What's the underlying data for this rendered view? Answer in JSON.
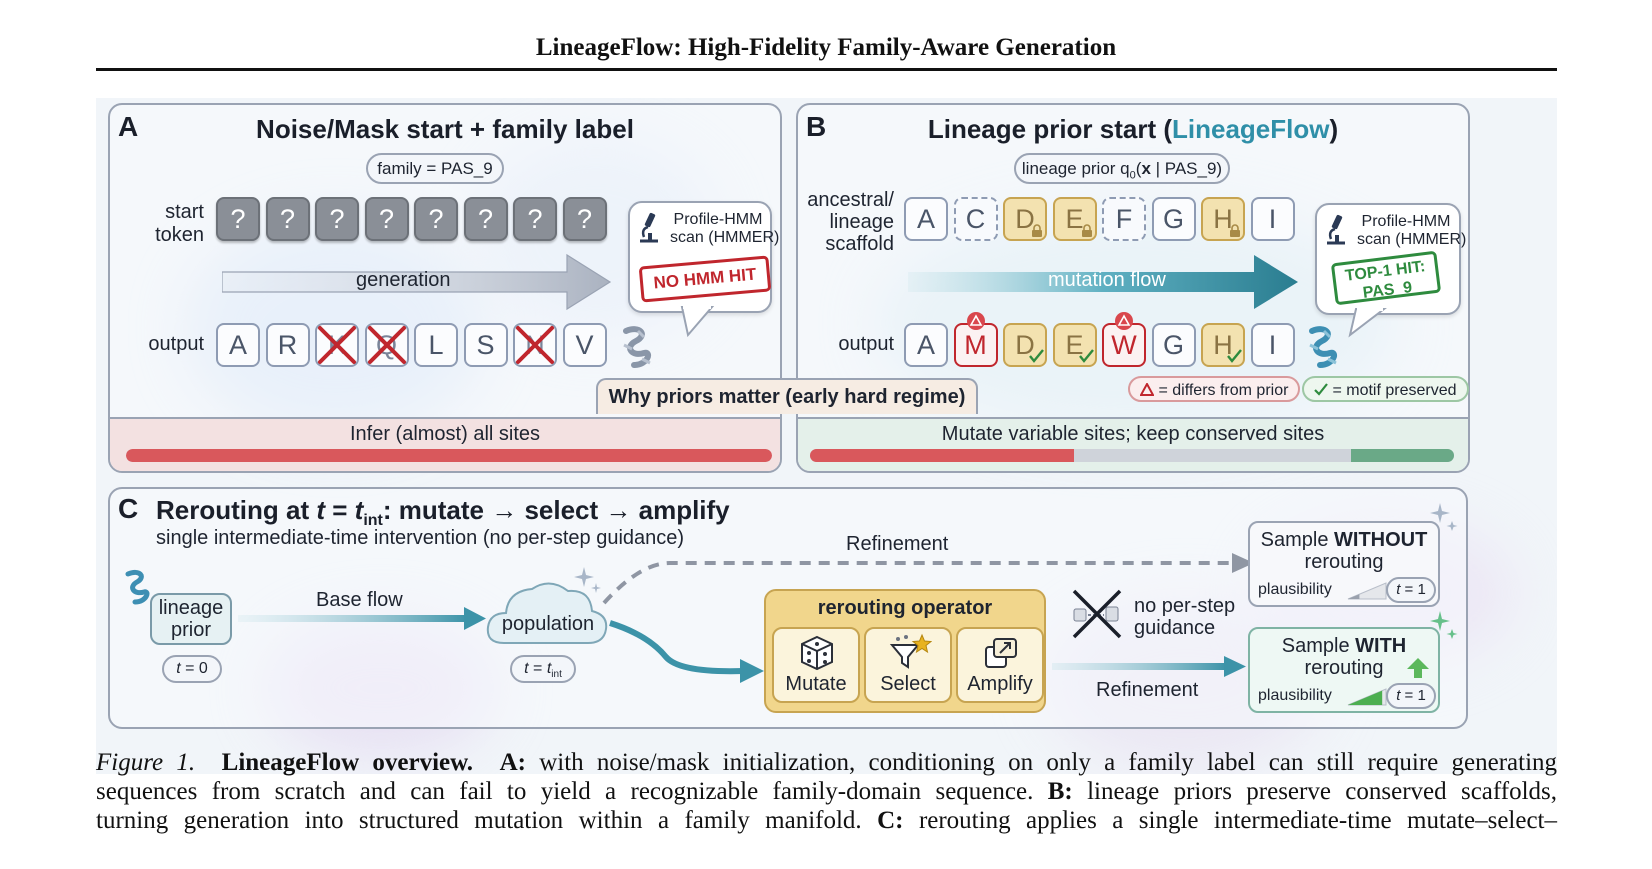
{
  "header": {
    "title": "LineageFlow: High-Fidelity Family-Aware Generation"
  },
  "panel_a": {
    "letter": "A",
    "title": "Noise/Mask start + family label",
    "family_pill": "family = PAS_9",
    "start_label_1": "start",
    "start_label_2": "token",
    "start_tokens": [
      "?",
      "?",
      "?",
      "?",
      "?",
      "?",
      "?",
      "?"
    ],
    "arrow_label": "generation",
    "output_label": "output",
    "output_tokens": [
      {
        "char": "A",
        "state": "ok"
      },
      {
        "char": "R",
        "state": "ok"
      },
      {
        "char": "K",
        "state": "crossed"
      },
      {
        "char": "Q",
        "state": "crossed"
      },
      {
        "char": "L",
        "state": "ok"
      },
      {
        "char": "S",
        "state": "ok"
      },
      {
        "char": "N",
        "state": "crossed"
      },
      {
        "char": "V",
        "state": "ok"
      }
    ],
    "callout_line1": "Profile-HMM",
    "callout_line2": "scan (HMMER)",
    "stamp": "NO HMM HIT",
    "bar_label": "Infer (almost) all sites",
    "bar_fill": 1.0
  },
  "panel_b": {
    "letter": "B",
    "title_prefix": "Lineage prior start (",
    "title_accent": "LineageFlow",
    "title_suffix": ")",
    "prior_pill_prefix": "lineage prior q",
    "prior_pill_sub": "0",
    "prior_pill_x": "x",
    "prior_pill_open": "(",
    "prior_pill_suffix": " | PAS_9)",
    "scaffold_label_1": "ancestral/",
    "scaffold_label_2": "lineage",
    "scaffold_label_3": "scaffold",
    "scaffold_tokens": [
      {
        "char": "A",
        "style": "plain"
      },
      {
        "char": "C",
        "style": "dashed"
      },
      {
        "char": "D",
        "style": "gold"
      },
      {
        "char": "E",
        "style": "gold"
      },
      {
        "char": "F",
        "style": "dashed"
      },
      {
        "char": "G",
        "style": "plain"
      },
      {
        "char": "H",
        "style": "gold"
      },
      {
        "char": "I",
        "style": "plain"
      }
    ],
    "arrow_label": "mutation flow",
    "output_label": "output",
    "output_tokens": [
      {
        "char": "A",
        "style": "plain"
      },
      {
        "char": "M",
        "style": "red"
      },
      {
        "char": "D",
        "style": "gold"
      },
      {
        "char": "E",
        "style": "gold"
      },
      {
        "char": "W",
        "style": "red"
      },
      {
        "char": "G",
        "style": "plain"
      },
      {
        "char": "H",
        "style": "gold"
      },
      {
        "char": "I",
        "style": "plain"
      }
    ],
    "callout_line1": "Profile-HMM",
    "callout_line2": "scan (HMMER)",
    "stamp_line1": "TOP-1 HIT:",
    "stamp_line2": "PAS_9",
    "legend_differs": "= differs from prior",
    "legend_preserved": "= motif preserved",
    "bar_label": "Mutate variable sites; keep conserved sites",
    "bar_mutate_fraction": 0.41,
    "bar_conserved_fraction": 0.16
  },
  "center_tab": "Why priors matter (early hard regime)",
  "panel_c": {
    "letter": "C",
    "title_part1": "Rerouting at ",
    "title_t": "t",
    "title_eq": " = ",
    "title_t2": "t",
    "title_sub": "int",
    "title_part2": ": mutate → select → amplify",
    "subtitle": "single intermediate-time intervention (no per-step guidance)",
    "lineage_prior_1": "lineage",
    "lineage_prior_2": "prior",
    "t0_t": "t",
    "t0_rest": " = 0",
    "base_flow": "Base flow",
    "population": "population",
    "tint_t": "t",
    "tint_eq": " = ",
    "tint_t2": "t",
    "tint_sub": "int",
    "refinement_top": "Refinement",
    "refinement_bottom": "Refinement",
    "operator_title": "rerouting operator",
    "ops": [
      "Mutate",
      "Select",
      "Amplify"
    ],
    "no_guidance_1": "no per-step",
    "no_guidance_2": "guidance",
    "sample_without_pre": "Sample ",
    "sample_without_bold": "WITHOUT",
    "sample_without_2": "rerouting",
    "sample_with_pre": "Sample ",
    "sample_with_bold": "WITH",
    "sample_with_2": "rerouting",
    "plausibility": "plausibility",
    "t1_t": "t",
    "t1_rest": " = 1",
    "plausibility_without_level": 0.3,
    "plausibility_with_level": 0.9
  },
  "caption": {
    "fig_label": "Figure 1.",
    "bold_title": "LineageFlow overview.",
    "a_label": "A:",
    "a_text": "with noise/mask initialization, conditioning on only a family label can still require generating sequences from scratch and can fail to yield a recognizable family-domain sequence.",
    "b_label": "B:",
    "b_text": "lineage priors preserve conserved scaffolds, turning generation into structured mutation within a family manifold.",
    "c_label": "C:",
    "c_text": "rerouting applies a single intermediate-time mutate–select–"
  },
  "colors": {
    "accent_teal": "#2f8fa8",
    "error_red": "#c0262d",
    "success_green": "#2e8b3e",
    "gold": "#c7a451"
  },
  "icons": [
    "microscope-icon",
    "protein-icon",
    "dice-icon",
    "funnel-icon",
    "star-icon",
    "amplify-icon",
    "sparkle-icon",
    "lock-icon",
    "check-icon",
    "warning-triangle-icon",
    "up-arrow-icon",
    "no-guidance-icon"
  ]
}
